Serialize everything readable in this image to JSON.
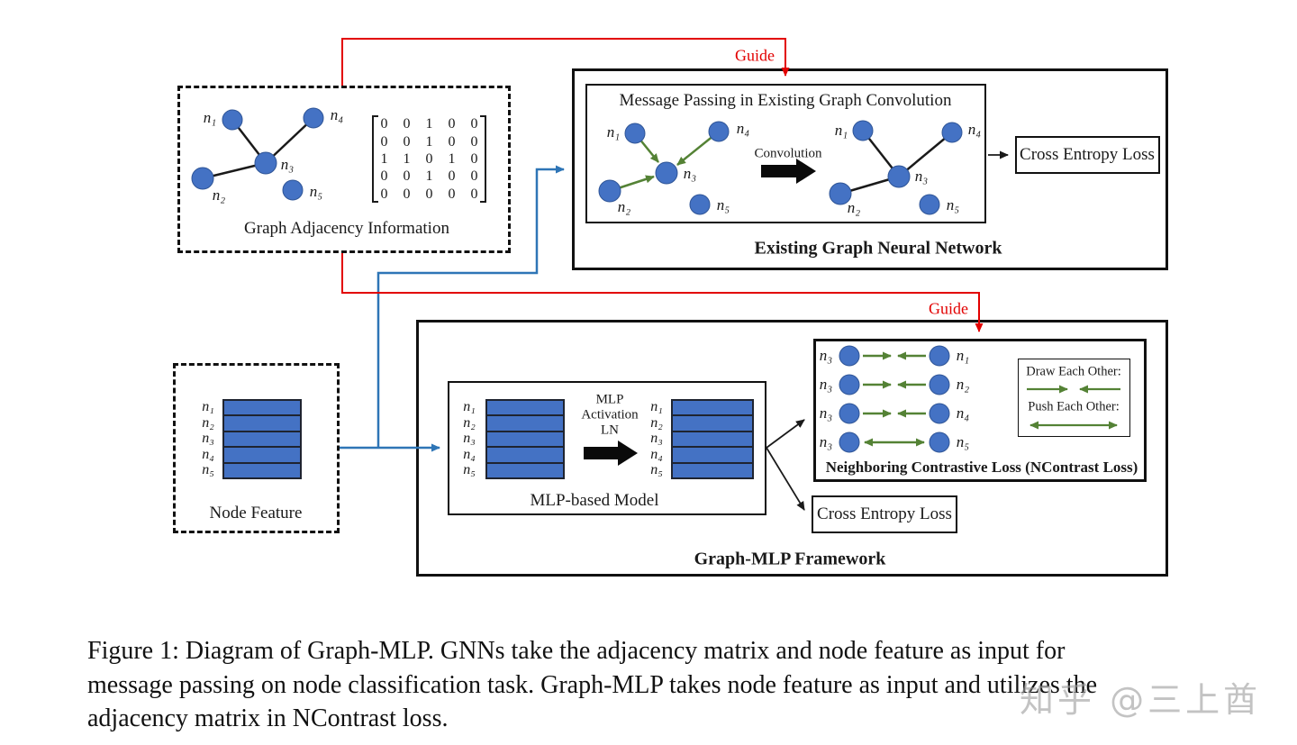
{
  "labels": {
    "n1": "n₁",
    "n2": "n₂",
    "n3": "n₃",
    "n4": "n₄",
    "n5": "n₅"
  },
  "adjacency": {
    "title": "Graph Adjacency Information",
    "matrix": [
      "0 0 1 0 0",
      "0 0 1 0 0",
      "1 1 0 1 0",
      "0 0 1 0 0",
      "0 0 0 0 0"
    ]
  },
  "guide": {
    "label": "Guide"
  },
  "gnn": {
    "title": "Existing Graph Neural Network",
    "inner_title": "Message Passing in Existing Graph Convolution",
    "convolution": "Convolution",
    "cross_entropy": "Cross Entropy Loss"
  },
  "node_feature": {
    "title": "Node Feature"
  },
  "framework": {
    "title": "Graph-MLP Framework",
    "mlp_title": "MLP-based Model",
    "mlp_step": [
      "MLP",
      "Activation",
      "LN"
    ],
    "ncontrast_title": "Neighboring Contrastive Loss (NContrast Loss)",
    "legend_draw": "Draw Each Other:",
    "legend_push": "Push Each Other:",
    "cross_entropy": "Cross Entropy Loss"
  },
  "caption": {
    "lines": [
      "Figure 1: Diagram of Graph-MLP. GNNs take the adjacency matrix and node feature as input for",
      "message passing on node classification task. Graph-MLP takes node feature as input and utilizes the",
      "adjacency matrix in NContrast loss."
    ]
  },
  "watermark": "知乎 @三上酋",
  "colors": {
    "node_blue": "#4472C4",
    "wire_blue": "#2E75B6",
    "guide_red": "#E20000",
    "arrow_green": "#548235",
    "ink": "#1a1a1a"
  }
}
